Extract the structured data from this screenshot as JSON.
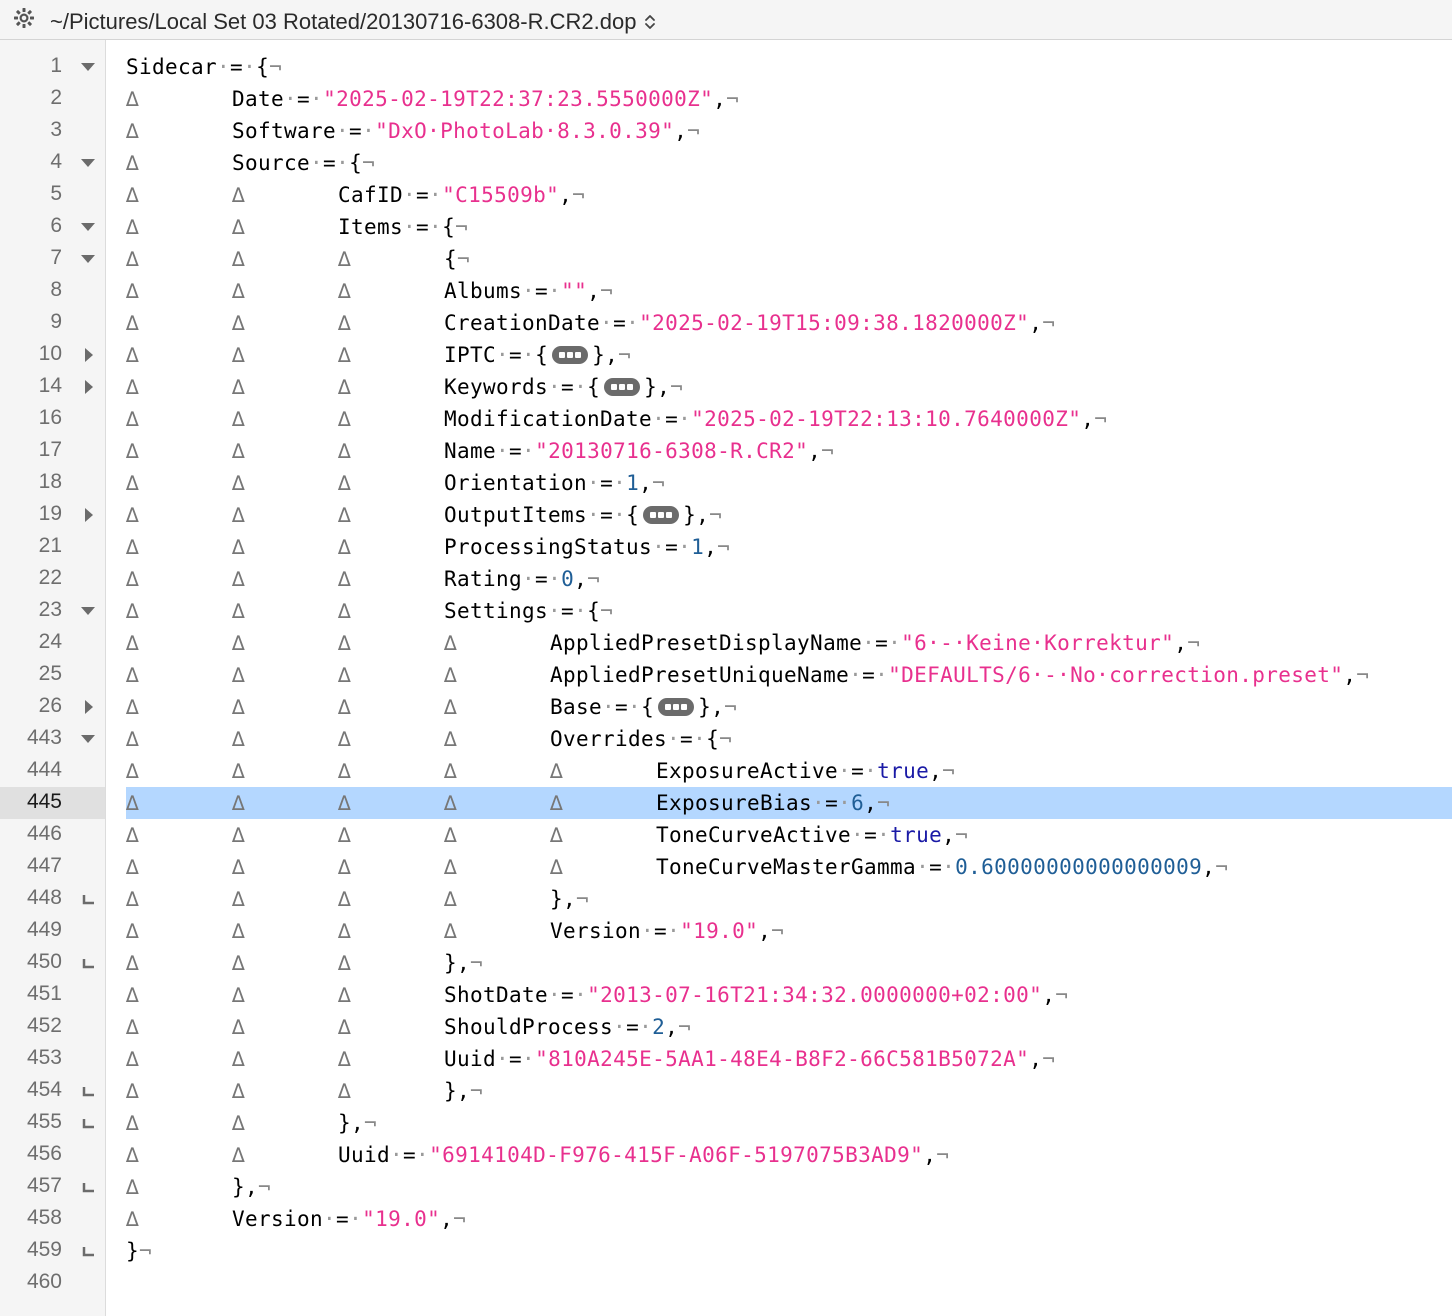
{
  "window": {
    "path": "~/Pictures/Local Set 03 Rotated/20130716-6308-R.CR2.dop",
    "gear_icon": "gear-icon",
    "updown_icon": "chevron-updown-icon"
  },
  "selected_line": "445",
  "lines": [
    {
      "n": "1",
      "fold": "open",
      "indent": 0,
      "tokens": [
        [
          "k",
          "Sidecar"
        ],
        [
          "sp",
          "·"
        ],
        [
          "k",
          "="
        ],
        [
          "sp",
          "·"
        ],
        [
          "k",
          "{"
        ],
        [
          "ws",
          "¬"
        ]
      ]
    },
    {
      "n": "2",
      "fold": "",
      "indent": 1,
      "tokens": [
        [
          "k",
          "Date"
        ],
        [
          "sp",
          "·"
        ],
        [
          "k",
          "="
        ],
        [
          "sp",
          "·"
        ],
        [
          "str",
          "\"2025-02-19T22:37:23.5550000Z\""
        ],
        [
          "k",
          ","
        ],
        [
          "ws",
          "¬"
        ]
      ]
    },
    {
      "n": "3",
      "fold": "",
      "indent": 1,
      "tokens": [
        [
          "k",
          "Software"
        ],
        [
          "sp",
          "·"
        ],
        [
          "k",
          "="
        ],
        [
          "sp",
          "·"
        ],
        [
          "str",
          "\"DxO·PhotoLab·8.3.0.39\""
        ],
        [
          "k",
          ","
        ],
        [
          "ws",
          "¬"
        ]
      ]
    },
    {
      "n": "4",
      "fold": "open",
      "indent": 1,
      "tokens": [
        [
          "k",
          "Source"
        ],
        [
          "sp",
          "·"
        ],
        [
          "k",
          "="
        ],
        [
          "sp",
          "·"
        ],
        [
          "k",
          "{"
        ],
        [
          "ws",
          "¬"
        ]
      ]
    },
    {
      "n": "5",
      "fold": "",
      "indent": 2,
      "tokens": [
        [
          "k",
          "CafID"
        ],
        [
          "sp",
          "·"
        ],
        [
          "k",
          "="
        ],
        [
          "sp",
          "·"
        ],
        [
          "str",
          "\"C15509b\""
        ],
        [
          "k",
          ","
        ],
        [
          "ws",
          "¬"
        ]
      ]
    },
    {
      "n": "6",
      "fold": "open",
      "indent": 2,
      "tokens": [
        [
          "k",
          "Items"
        ],
        [
          "sp",
          "·"
        ],
        [
          "k",
          "="
        ],
        [
          "sp",
          "·"
        ],
        [
          "k",
          "{"
        ],
        [
          "ws",
          "¬"
        ]
      ]
    },
    {
      "n": "7",
      "fold": "open",
      "indent": 3,
      "tokens": [
        [
          "k",
          "{"
        ],
        [
          "ws",
          "¬"
        ]
      ]
    },
    {
      "n": "8",
      "fold": "",
      "indent": 3,
      "tokens": [
        [
          "k",
          "Albums"
        ],
        [
          "sp",
          "·"
        ],
        [
          "k",
          "="
        ],
        [
          "sp",
          "·"
        ],
        [
          "str",
          "\"\""
        ],
        [
          "k",
          ","
        ],
        [
          "ws",
          "¬"
        ]
      ]
    },
    {
      "n": "9",
      "fold": "",
      "indent": 3,
      "tokens": [
        [
          "k",
          "CreationDate"
        ],
        [
          "sp",
          "·"
        ],
        [
          "k",
          "="
        ],
        [
          "sp",
          "·"
        ],
        [
          "str",
          "\"2025-02-19T15:09:38.1820000Z\""
        ],
        [
          "k",
          ","
        ],
        [
          "ws",
          "¬"
        ]
      ]
    },
    {
      "n": "10",
      "fold": "closed",
      "indent": 3,
      "tokens": [
        [
          "k",
          "IPTC"
        ],
        [
          "sp",
          "·"
        ],
        [
          "k",
          "="
        ],
        [
          "sp",
          "·"
        ],
        [
          "k",
          "{"
        ],
        [
          "pill",
          ""
        ],
        [
          "k",
          "},"
        ],
        [
          "ws",
          "¬"
        ]
      ]
    },
    {
      "n": "14",
      "fold": "closed",
      "indent": 3,
      "tokens": [
        [
          "k",
          "Keywords"
        ],
        [
          "sp",
          "·"
        ],
        [
          "k",
          "="
        ],
        [
          "sp",
          "·"
        ],
        [
          "k",
          "{"
        ],
        [
          "pill",
          ""
        ],
        [
          "k",
          "},"
        ],
        [
          "ws",
          "¬"
        ]
      ]
    },
    {
      "n": "16",
      "fold": "",
      "indent": 3,
      "tokens": [
        [
          "k",
          "ModificationDate"
        ],
        [
          "sp",
          "·"
        ],
        [
          "k",
          "="
        ],
        [
          "sp",
          "·"
        ],
        [
          "str",
          "\"2025-02-19T22:13:10.7640000Z\""
        ],
        [
          "k",
          ","
        ],
        [
          "ws",
          "¬"
        ]
      ]
    },
    {
      "n": "17",
      "fold": "",
      "indent": 3,
      "tokens": [
        [
          "k",
          "Name"
        ],
        [
          "sp",
          "·"
        ],
        [
          "k",
          "="
        ],
        [
          "sp",
          "·"
        ],
        [
          "str",
          "\"20130716-6308-R.CR2\""
        ],
        [
          "k",
          ","
        ],
        [
          "ws",
          "¬"
        ]
      ]
    },
    {
      "n": "18",
      "fold": "",
      "indent": 3,
      "tokens": [
        [
          "k",
          "Orientation"
        ],
        [
          "sp",
          "·"
        ],
        [
          "k",
          "="
        ],
        [
          "sp",
          "·"
        ],
        [
          "num",
          "1"
        ],
        [
          "k",
          ","
        ],
        [
          "ws",
          "¬"
        ]
      ]
    },
    {
      "n": "19",
      "fold": "closed",
      "indent": 3,
      "tokens": [
        [
          "k",
          "OutputItems"
        ],
        [
          "sp",
          "·"
        ],
        [
          "k",
          "="
        ],
        [
          "sp",
          "·"
        ],
        [
          "k",
          "{"
        ],
        [
          "pill",
          ""
        ],
        [
          "k",
          "},"
        ],
        [
          "ws",
          "¬"
        ]
      ]
    },
    {
      "n": "21",
      "fold": "",
      "indent": 3,
      "tokens": [
        [
          "k",
          "ProcessingStatus"
        ],
        [
          "sp",
          "·"
        ],
        [
          "k",
          "="
        ],
        [
          "sp",
          "·"
        ],
        [
          "num",
          "1"
        ],
        [
          "k",
          ","
        ],
        [
          "ws",
          "¬"
        ]
      ]
    },
    {
      "n": "22",
      "fold": "",
      "indent": 3,
      "tokens": [
        [
          "k",
          "Rating"
        ],
        [
          "sp",
          "·"
        ],
        [
          "k",
          "="
        ],
        [
          "sp",
          "·"
        ],
        [
          "num",
          "0"
        ],
        [
          "k",
          ","
        ],
        [
          "ws",
          "¬"
        ]
      ]
    },
    {
      "n": "23",
      "fold": "open",
      "indent": 3,
      "tokens": [
        [
          "k",
          "Settings"
        ],
        [
          "sp",
          "·"
        ],
        [
          "k",
          "="
        ],
        [
          "sp",
          "·"
        ],
        [
          "k",
          "{"
        ],
        [
          "ws",
          "¬"
        ]
      ]
    },
    {
      "n": "24",
      "fold": "",
      "indent": 4,
      "tokens": [
        [
          "k",
          "AppliedPresetDisplayName"
        ],
        [
          "sp",
          "·"
        ],
        [
          "k",
          "="
        ],
        [
          "sp",
          "·"
        ],
        [
          "str",
          "\"6·-·Keine·Korrektur\""
        ],
        [
          "k",
          ","
        ],
        [
          "ws",
          "¬"
        ]
      ]
    },
    {
      "n": "25",
      "fold": "",
      "indent": 4,
      "tokens": [
        [
          "k",
          "AppliedPresetUniqueName"
        ],
        [
          "sp",
          "·"
        ],
        [
          "k",
          "="
        ],
        [
          "sp",
          "·"
        ],
        [
          "str",
          "\"DEFAULTS/6·-·No·correction.preset\""
        ],
        [
          "k",
          ","
        ],
        [
          "ws",
          "¬"
        ]
      ]
    },
    {
      "n": "26",
      "fold": "closed",
      "indent": 4,
      "tokens": [
        [
          "k",
          "Base"
        ],
        [
          "sp",
          "·"
        ],
        [
          "k",
          "="
        ],
        [
          "sp",
          "·"
        ],
        [
          "k",
          "{"
        ],
        [
          "pill",
          ""
        ],
        [
          "k",
          "},"
        ],
        [
          "ws",
          "¬"
        ]
      ]
    },
    {
      "n": "443",
      "fold": "open",
      "indent": 4,
      "tokens": [
        [
          "k",
          "Overrides"
        ],
        [
          "sp",
          "·"
        ],
        [
          "k",
          "="
        ],
        [
          "sp",
          "·"
        ],
        [
          "k",
          "{"
        ],
        [
          "ws",
          "¬"
        ]
      ]
    },
    {
      "n": "444",
      "fold": "",
      "indent": 5,
      "tokens": [
        [
          "k",
          "ExposureActive"
        ],
        [
          "sp",
          "·"
        ],
        [
          "k",
          "="
        ],
        [
          "sp",
          "·"
        ],
        [
          "kw",
          "true"
        ],
        [
          "k",
          ","
        ],
        [
          "ws",
          "¬"
        ]
      ]
    },
    {
      "n": "445",
      "fold": "",
      "indent": 5,
      "tokens": [
        [
          "k",
          "ExposureBias"
        ],
        [
          "sp",
          "·"
        ],
        [
          "k",
          "="
        ],
        [
          "sp",
          "·"
        ],
        [
          "num",
          "6"
        ],
        [
          "k",
          ","
        ],
        [
          "ws",
          "¬"
        ]
      ]
    },
    {
      "n": "446",
      "fold": "",
      "indent": 5,
      "tokens": [
        [
          "k",
          "ToneCurveActive"
        ],
        [
          "sp",
          "·"
        ],
        [
          "k",
          "="
        ],
        [
          "sp",
          "·"
        ],
        [
          "kw",
          "true"
        ],
        [
          "k",
          ","
        ],
        [
          "ws",
          "¬"
        ]
      ]
    },
    {
      "n": "447",
      "fold": "",
      "indent": 5,
      "tokens": [
        [
          "k",
          "ToneCurveMasterGamma"
        ],
        [
          "sp",
          "·"
        ],
        [
          "k",
          "="
        ],
        [
          "sp",
          "·"
        ],
        [
          "num",
          "0.60000000000000009"
        ],
        [
          "k",
          ","
        ],
        [
          "ws",
          "¬"
        ]
      ]
    },
    {
      "n": "448",
      "fold": "end",
      "indent": 4,
      "tokens": [
        [
          "k",
          "},"
        ],
        [
          "ws",
          "¬"
        ]
      ]
    },
    {
      "n": "449",
      "fold": "",
      "indent": 4,
      "tokens": [
        [
          "k",
          "Version"
        ],
        [
          "sp",
          "·"
        ],
        [
          "k",
          "="
        ],
        [
          "sp",
          "·"
        ],
        [
          "str",
          "\"19.0\""
        ],
        [
          "k",
          ","
        ],
        [
          "ws",
          "¬"
        ]
      ]
    },
    {
      "n": "450",
      "fold": "end",
      "indent": 3,
      "tokens": [
        [
          "k",
          "},"
        ],
        [
          "ws",
          "¬"
        ]
      ]
    },
    {
      "n": "451",
      "fold": "",
      "indent": 3,
      "tokens": [
        [
          "k",
          "ShotDate"
        ],
        [
          "sp",
          "·"
        ],
        [
          "k",
          "="
        ],
        [
          "sp",
          "·"
        ],
        [
          "str",
          "\"2013-07-16T21:34:32.0000000+02:00\""
        ],
        [
          "k",
          ","
        ],
        [
          "ws",
          "¬"
        ]
      ]
    },
    {
      "n": "452",
      "fold": "",
      "indent": 3,
      "tokens": [
        [
          "k",
          "ShouldProcess"
        ],
        [
          "sp",
          "·"
        ],
        [
          "k",
          "="
        ],
        [
          "sp",
          "·"
        ],
        [
          "num",
          "2"
        ],
        [
          "k",
          ","
        ],
        [
          "ws",
          "¬"
        ]
      ]
    },
    {
      "n": "453",
      "fold": "",
      "indent": 3,
      "tokens": [
        [
          "k",
          "Uuid"
        ],
        [
          "sp",
          "·"
        ],
        [
          "k",
          "="
        ],
        [
          "sp",
          "·"
        ],
        [
          "str",
          "\"810A245E-5AA1-48E4-B8F2-66C581B5072A\""
        ],
        [
          "k",
          ","
        ],
        [
          "ws",
          "¬"
        ]
      ]
    },
    {
      "n": "454",
      "fold": "end",
      "indent": 3,
      "tokens": [
        [
          "k",
          "},"
        ],
        [
          "ws",
          "¬"
        ]
      ]
    },
    {
      "n": "455",
      "fold": "end",
      "indent": 2,
      "tokens": [
        [
          "k",
          "},"
        ],
        [
          "ws",
          "¬"
        ]
      ]
    },
    {
      "n": "456",
      "fold": "",
      "indent": 2,
      "tokens": [
        [
          "k",
          "Uuid"
        ],
        [
          "sp",
          "·"
        ],
        [
          "k",
          "="
        ],
        [
          "sp",
          "·"
        ],
        [
          "str",
          "\"6914104D-F976-415F-A06F-5197075B3AD9\""
        ],
        [
          "k",
          ","
        ],
        [
          "ws",
          "¬"
        ]
      ]
    },
    {
      "n": "457",
      "fold": "end",
      "indent": 1,
      "tokens": [
        [
          "k",
          "},"
        ],
        [
          "ws",
          "¬"
        ]
      ]
    },
    {
      "n": "458",
      "fold": "",
      "indent": 1,
      "tokens": [
        [
          "k",
          "Version"
        ],
        [
          "sp",
          "·"
        ],
        [
          "k",
          "="
        ],
        [
          "sp",
          "·"
        ],
        [
          "str",
          "\"19.0\""
        ],
        [
          "k",
          ","
        ],
        [
          "ws",
          "¬"
        ]
      ]
    },
    {
      "n": "459",
      "fold": "end",
      "indent": 0,
      "tokens": [
        [
          "k",
          "}"
        ],
        [
          "ws",
          "¬"
        ]
      ]
    },
    {
      "n": "460",
      "fold": "",
      "indent": 0,
      "tokens": []
    }
  ],
  "tab_glyph": "∆",
  "colors": {
    "string": "#e8308e",
    "number": "#1f5e96",
    "keyword": "#1a1aa6",
    "selection": "#b4d7ff"
  }
}
